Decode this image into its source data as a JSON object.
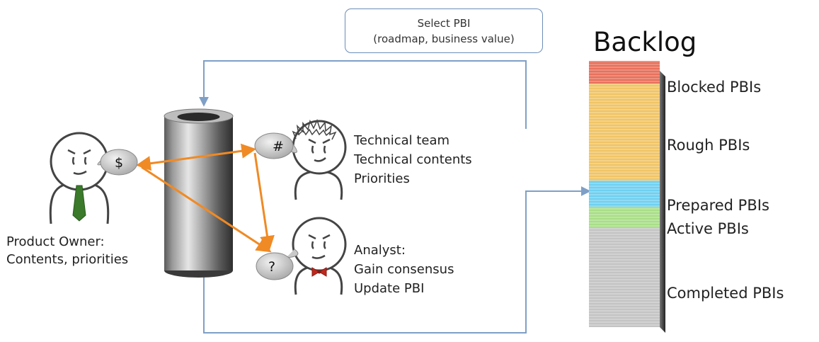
{
  "select_box": {
    "line1": "Select PBI",
    "line2": "(roadmap, business value)"
  },
  "backlog": {
    "title": "Backlog",
    "segments": [
      {
        "label": "Blocked PBIs",
        "color": "#e8705a"
      },
      {
        "label": "Rough PBIs",
        "color": "#f0c466"
      },
      {
        "label": "Prepared PBIs",
        "color": "#6fd0f0"
      },
      {
        "label": "Active PBIs",
        "color": "#a8de86"
      },
      {
        "label": "Completed PBIs",
        "color": "#c4c4c4"
      }
    ]
  },
  "actors": {
    "product_owner": {
      "line1": "Product Owner:",
      "line2": "Contents, priorities",
      "bubble": "$",
      "tie_color": "#3a7a2a"
    },
    "technical_team": {
      "line1": "Technical team",
      "line2": "Technical contents",
      "line3": "Priorities",
      "bubble": "#"
    },
    "analyst": {
      "line1": "Analyst:",
      "line2": "Gain consensus",
      "line3": "Update PBI",
      "bubble": "?",
      "tie_color": "#c0281e"
    }
  },
  "colors": {
    "arrow_orange": "#f08a24",
    "flow_blue": "#7f9fc6"
  }
}
